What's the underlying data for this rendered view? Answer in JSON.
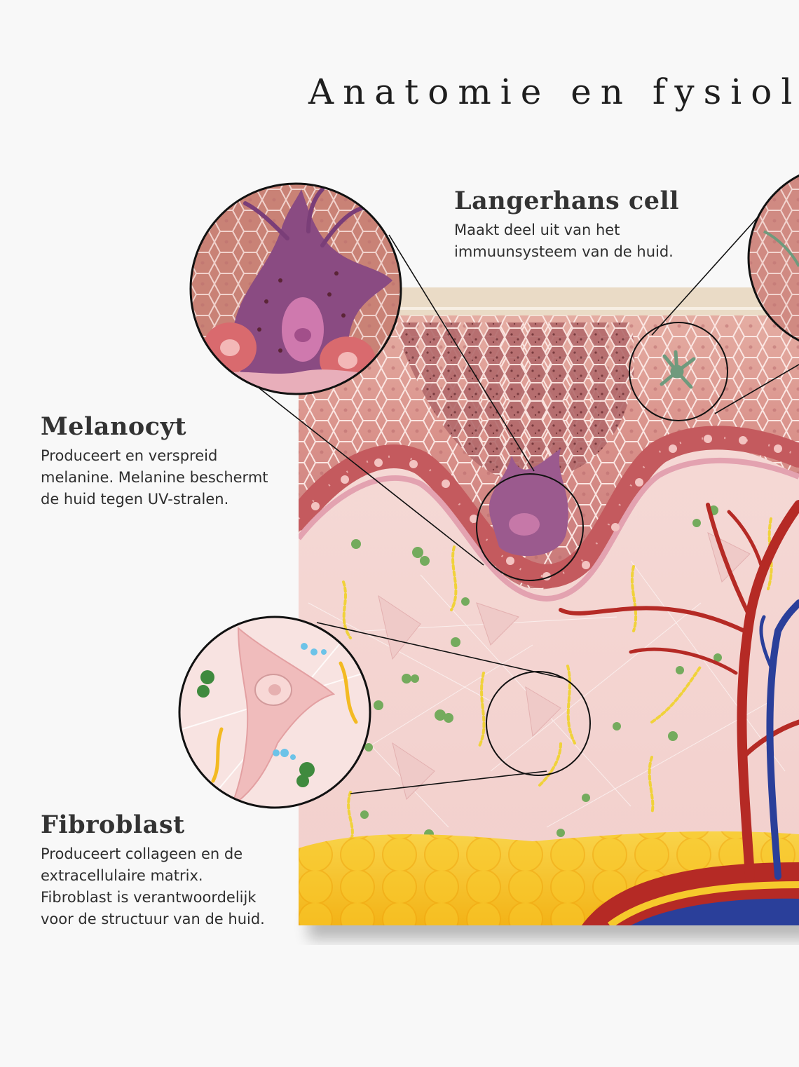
{
  "title": "Anatomie en fysiolo",
  "labels": {
    "langerhans": {
      "heading": "Langerhans cell",
      "text": "Maakt deel uit van het\nimmuunsysteem van de huid."
    },
    "melanocyt": {
      "heading": "Melanocyt",
      "text": "Produceert en verspreid\nmelanine. Melanine beschermt\nde huid tegen UV-stralen."
    },
    "fibroblast": {
      "heading": "Fibroblast",
      "text": "Produceert collageen en de\nextracellulaire matrix.\nFibroblast is verantwoordelijk\nvoor de structuur van de huid."
    }
  },
  "colors": {
    "epidermis": "#d98b86",
    "basal_layer": "#c8545a",
    "dermis": "#f6d9d6",
    "fat": "#f7c325",
    "artery": "#b52a25",
    "vein": "#2a3f9a",
    "collagen_fiber": "#f2d33f",
    "green_dots": "#6fa85c",
    "melanocyte": "#8a4b82",
    "langerhans": "#6f9a7d"
  },
  "icons": [
    "magnifier-circle-icon"
  ]
}
